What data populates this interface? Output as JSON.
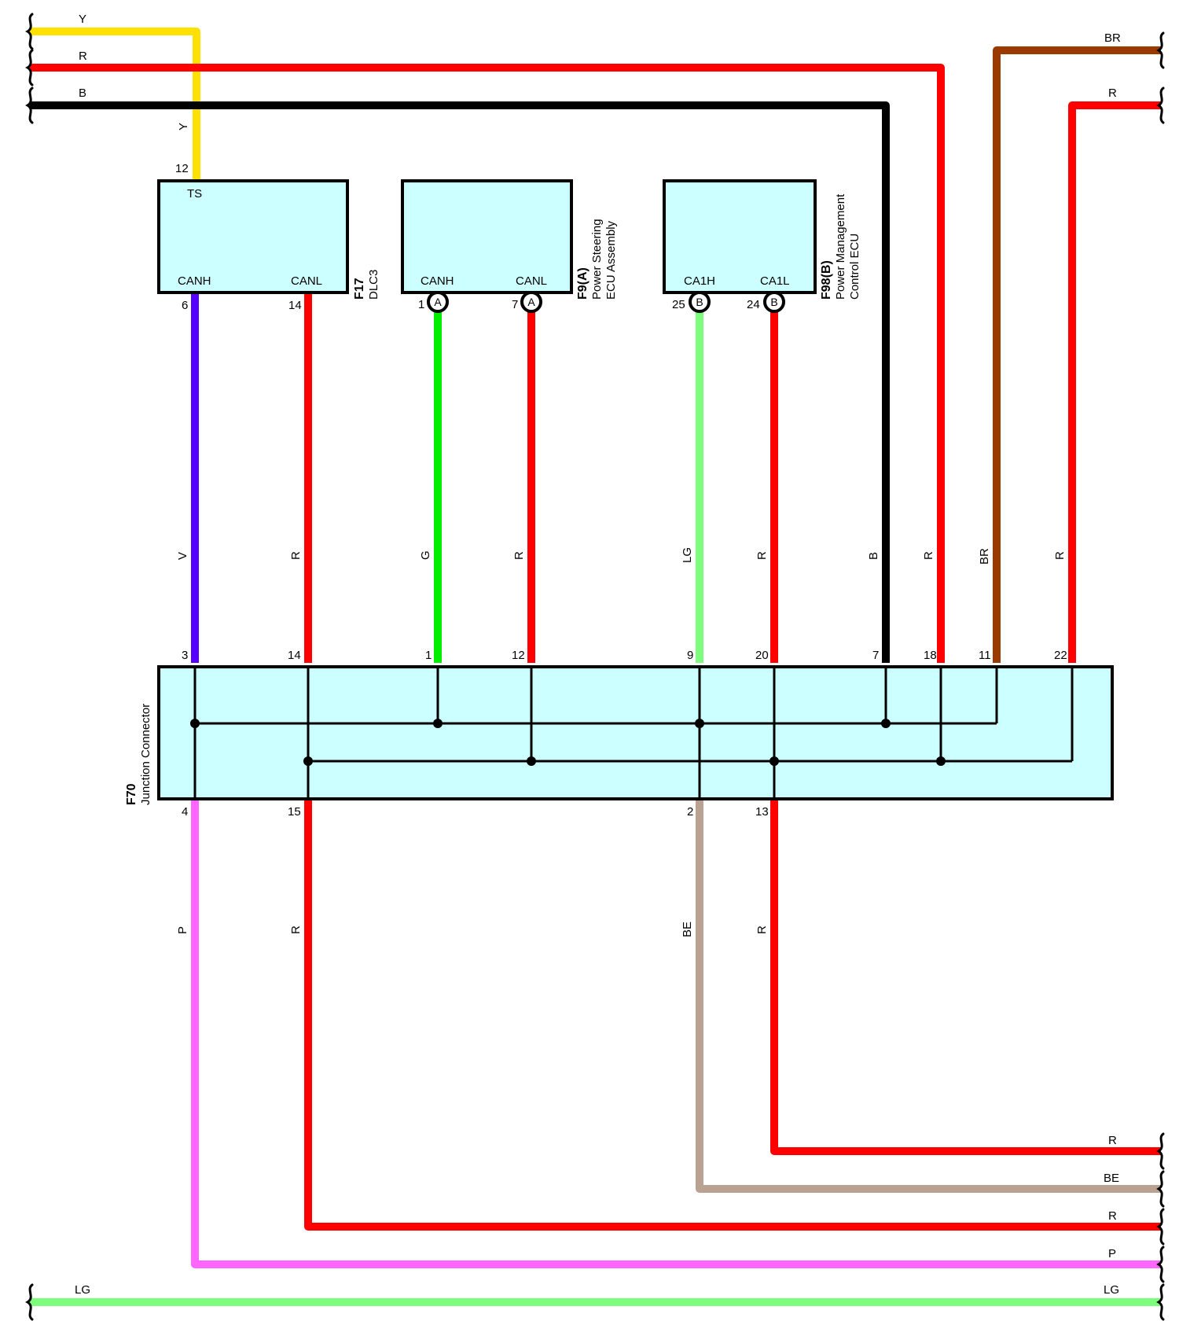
{
  "colors": {
    "Y": "#ffe000",
    "R": "#ff0000",
    "B": "#000000",
    "V": "#5500ff",
    "G": "#00ee00",
    "LG": "#7dff7d",
    "BR": "#9a3a00",
    "P": "#ff66ff",
    "BE": "#b9a291",
    "box_fill": "#ccffff"
  },
  "top_left_wires": [
    "Y",
    "R",
    "B"
  ],
  "top_right_wires": [
    "BR",
    "R"
  ],
  "bottom_right_wires": [
    "R",
    "BE",
    "R",
    "P"
  ],
  "bottom_wire": {
    "left": "LG",
    "right": "LG"
  },
  "components": {
    "dlc3": {
      "code": "F17",
      "name": "DLC3",
      "ts_pin": "12",
      "ts_label": "TS",
      "canh_label": "CANH",
      "canl_label": "CANL",
      "canh_pin": "6",
      "canl_pin": "14"
    },
    "ps_ecu": {
      "code": "F9(A)",
      "name_line1": "Power Steering",
      "name_line2": "ECU Assembly",
      "canh_label": "CANH",
      "canl_label": "CANL",
      "canh_pin": "1",
      "canl_pin": "7",
      "connector_letter": "A"
    },
    "pm_ecu": {
      "code": "F98(B)",
      "name_line1": "Power Management",
      "name_line2": "Control ECU",
      "canh_label": "CA1H",
      "canl_label": "CA1L",
      "canh_pin": "25",
      "canl_pin": "24",
      "connector_letter": "B"
    },
    "junction": {
      "code": "F70",
      "name": "Junction Connector",
      "top_pins": [
        "3",
        "14",
        "1",
        "12",
        "9",
        "20",
        "7",
        "18",
        "11",
        "22"
      ],
      "bottom_pins": [
        "4",
        "15",
        "2",
        "13"
      ]
    }
  },
  "vertical_wire_labels": {
    "upper": [
      "V",
      "R",
      "G",
      "R",
      "LG",
      "R",
      "B",
      "R",
      "BR",
      "R"
    ],
    "y_wire": "Y",
    "lower": [
      "P",
      "R",
      "BE",
      "R"
    ]
  }
}
